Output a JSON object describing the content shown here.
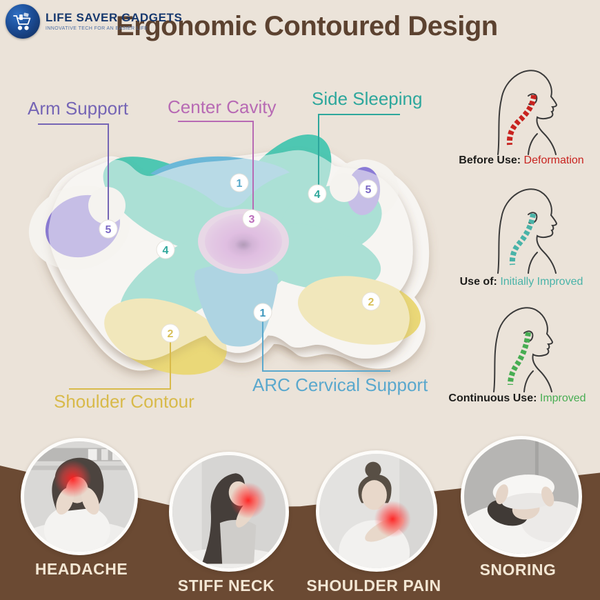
{
  "brand": {
    "name": "LIFE SAVER GADGETS",
    "tagline": "INNOVATIVE TECH FOR AN EASIER LIFE"
  },
  "title": "Ergonomic Contoured Design",
  "pillow_labels": {
    "arm_support": "Arm Support",
    "center_cavity": "Center Cavity",
    "side_sleeping": "Side Sleeping",
    "arc_cervical_support": "ARC Cervical Support",
    "shoulder_contour": "Shoulder Contour"
  },
  "markers": [
    {
      "n": "1",
      "color": "#58a9cb"
    },
    {
      "n": "4",
      "color": "#2fa79b"
    },
    {
      "n": "5",
      "color": "#7b68c4"
    },
    {
      "n": "3",
      "color": "#bb6cba"
    },
    {
      "n": "5",
      "color": "#7b68c4"
    },
    {
      "n": "4",
      "color": "#2fa79b"
    },
    {
      "n": "1",
      "color": "#3e97bd"
    },
    {
      "n": "2",
      "color": "#d8c05a"
    },
    {
      "n": "2",
      "color": "#d8c05a"
    }
  ],
  "spine_stages": [
    {
      "label": "Before Use:",
      "status": "Deformation",
      "color": "#c8231f"
    },
    {
      "label": "Use of:",
      "status": "Initially Improved",
      "color": "#49b3a8"
    },
    {
      "label": "Continuous Use:",
      "status": "Improved",
      "color": "#47ad52"
    }
  ],
  "symptoms": [
    {
      "label": "HEADACHE"
    },
    {
      "label": "STIFF NECK"
    },
    {
      "label": "SHOULDER PAIN"
    },
    {
      "label": "SNORING"
    }
  ],
  "colors": {
    "background": "#ebe3d9",
    "section_brown": "#6b4a33",
    "title": "#5c4230",
    "logo_navy": "#16386e",
    "logo_tagline": "#4d6fa5",
    "arm_support": "#7565b5",
    "center_cavity": "#b76ab4",
    "side_sleeping": "#2da79c",
    "arc_cervical_support": "#5aa8cd",
    "shoulder_contour": "#d8ba4a",
    "pillow_teal": "#4ec7b2",
    "pillow_blue_top": "#6cb9d9",
    "pillow_blue_bottom": "#55acd0",
    "pillow_purple": "#8a7bd8",
    "pillow_yellow": "#ead878",
    "pillow_pink": "#c77fd0",
    "mesh_grey": "#b3afa9",
    "pillow_white": "#f7f5f2",
    "symptom_label": "#f3e7d4"
  }
}
